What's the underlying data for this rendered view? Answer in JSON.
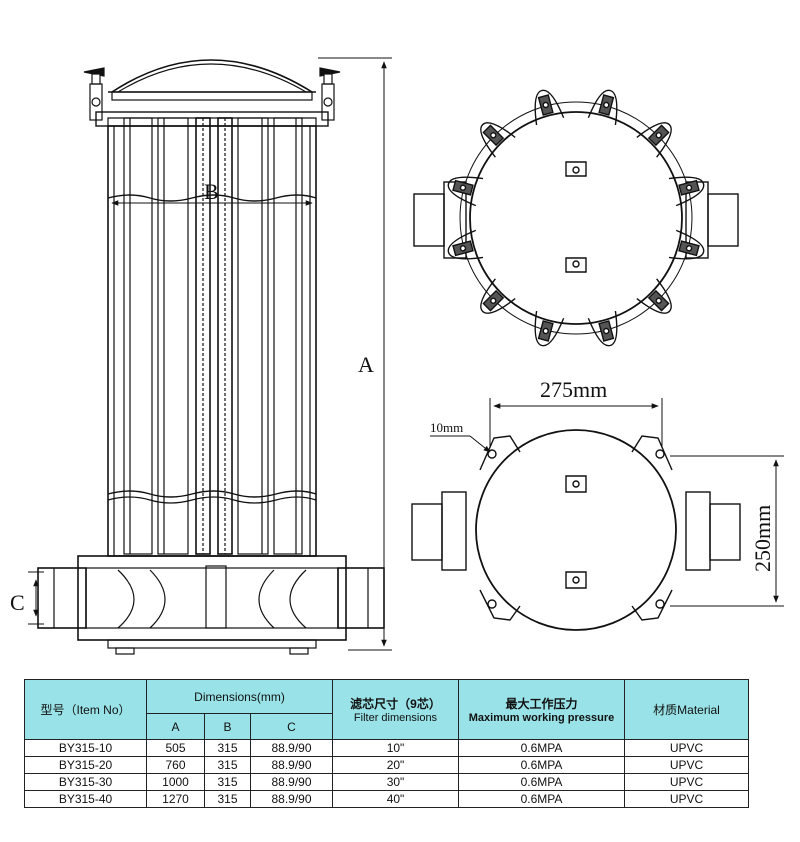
{
  "drawing": {
    "dim_labels": {
      "a": "A",
      "b": "B",
      "c": "C",
      "width": "275mm",
      "height": "250mm",
      "hole": "10mm"
    }
  },
  "table": {
    "headers": {
      "item_no": "型号（Item No）",
      "dimensions": "Dimensions(mm)",
      "dim_a": "A",
      "dim_b": "B",
      "dim_c": "C",
      "filter_cn": "滤芯尺寸（9芯）",
      "filter_en": "Filter dimensions",
      "pressure_cn": "最大工作压力",
      "pressure_en": "Maximum working pressure",
      "material": "材质Material"
    },
    "rows": [
      {
        "item": "BY315-10",
        "a": "505",
        "b": "315",
        "c": "88.9/90",
        "filter": "10\"",
        "pressure": "0.6MPA",
        "material": "UPVC"
      },
      {
        "item": "BY315-20",
        "a": "760",
        "b": "315",
        "c": "88.9/90",
        "filter": "20\"",
        "pressure": "0.6MPA",
        "material": "UPVC"
      },
      {
        "item": "BY315-30",
        "a": "1000",
        "b": "315",
        "c": "88.9/90",
        "filter": "30\"",
        "pressure": "0.6MPA",
        "material": "UPVC"
      },
      {
        "item": "BY315-40",
        "a": "1270",
        "b": "315",
        "c": "88.9/90",
        "filter": "40\"",
        "pressure": "0.6MPA",
        "material": "UPVC"
      }
    ]
  }
}
